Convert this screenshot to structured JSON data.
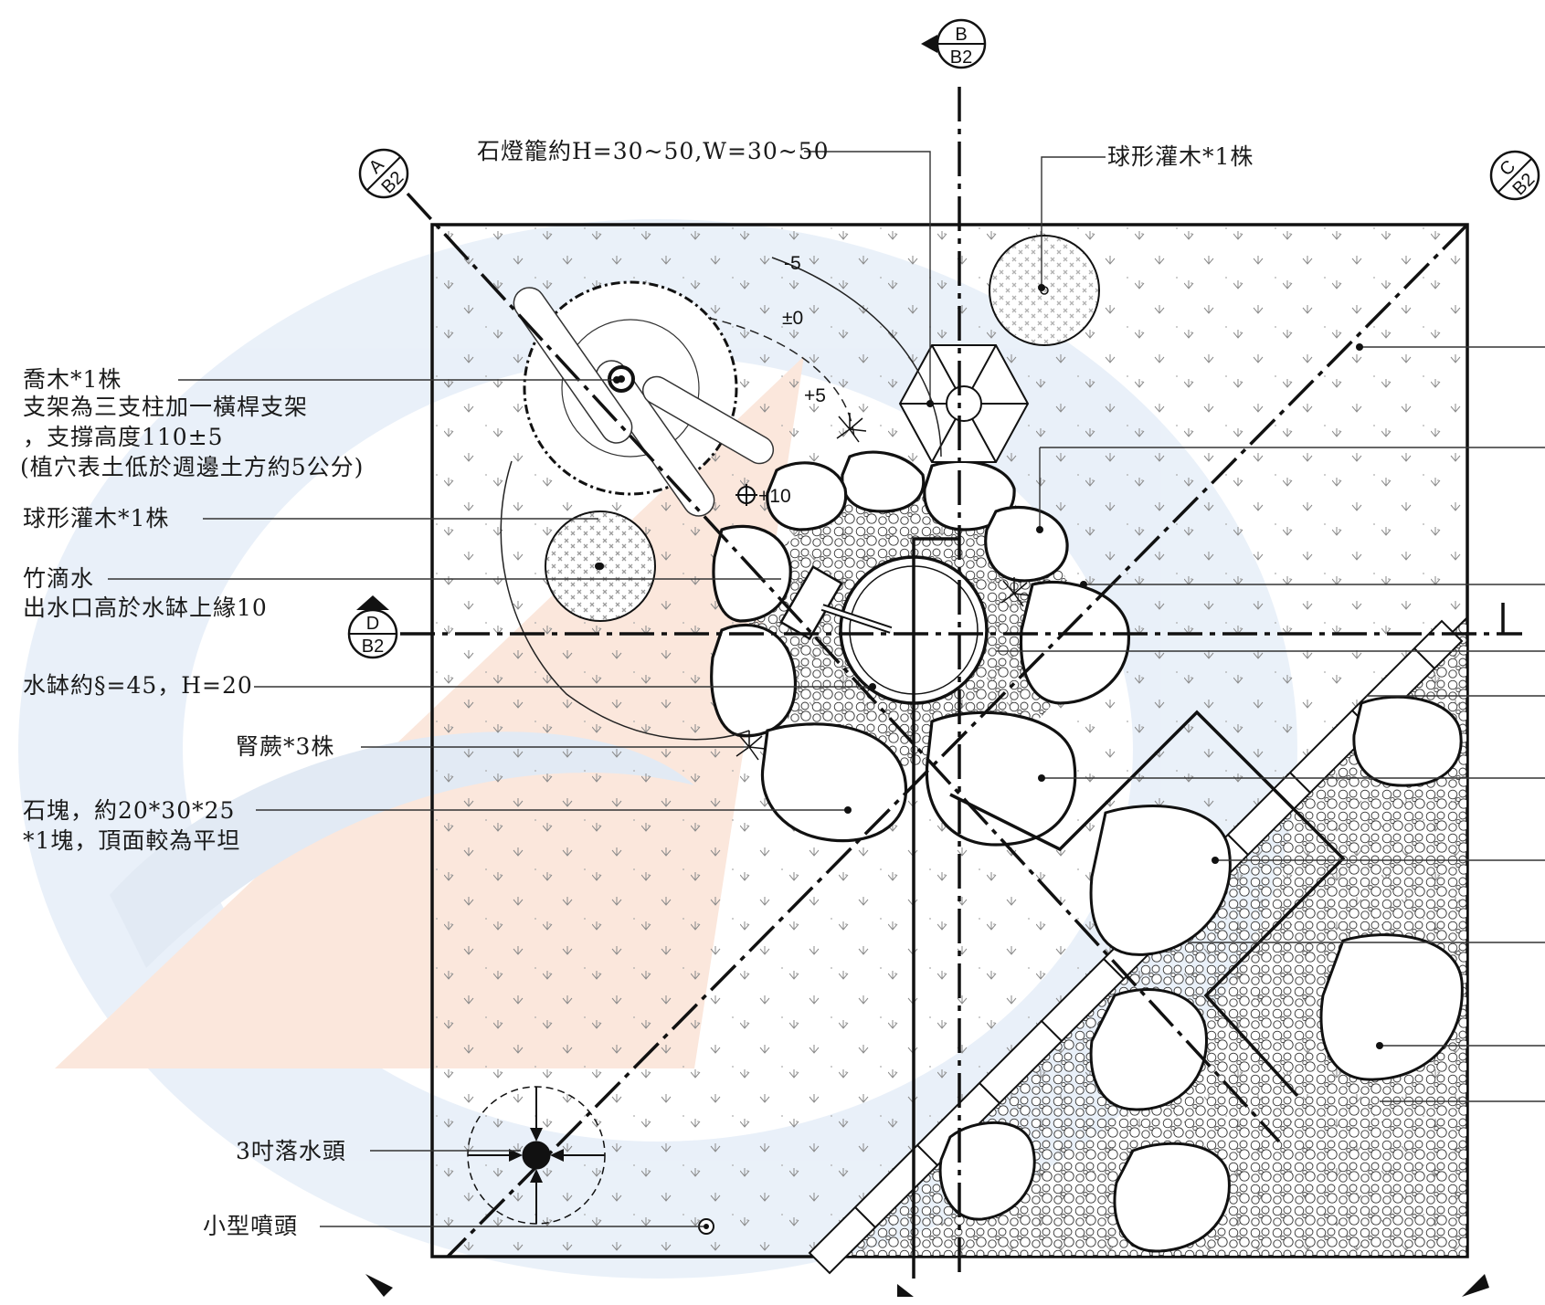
{
  "section_tags": {
    "a": {
      "letter": "A",
      "sheet": "B2"
    },
    "b": {
      "letter": "B",
      "sheet": "B2"
    },
    "c": {
      "letter": "C",
      "sheet": "B2"
    },
    "d": {
      "letter": "D",
      "sheet": "B2"
    }
  },
  "elevations": {
    "minus5": "-5",
    "zero": "±0",
    "plus5": "+5",
    "plus10": "+10"
  },
  "labels": {
    "stone_lantern": "石燈籠約H=30~50,W=30~50",
    "ball_shrub_top": "球形灌木*1株",
    "tree_line1": "喬木*1株",
    "tree_line2": "支架為三支柱加一橫桿支架",
    "tree_line3": "，支撐高度110±5",
    "tree_line4": "(植穴表土低於週邊土方約5公分)",
    "ball_shrub_left": "球形灌木*1株",
    "bamboo_line1": "竹滴水",
    "bamboo_line2": "出水口高於水缽上緣10",
    "water_bowl": "水缽約§=45，H=20",
    "fern": "腎蕨*3株",
    "rock_line1": "石塊，約20*30*25",
    "rock_line2": "*1塊，頂面較為平坦",
    "drain": "3吋落水頭",
    "sprinkler": "小型噴頭"
  }
}
